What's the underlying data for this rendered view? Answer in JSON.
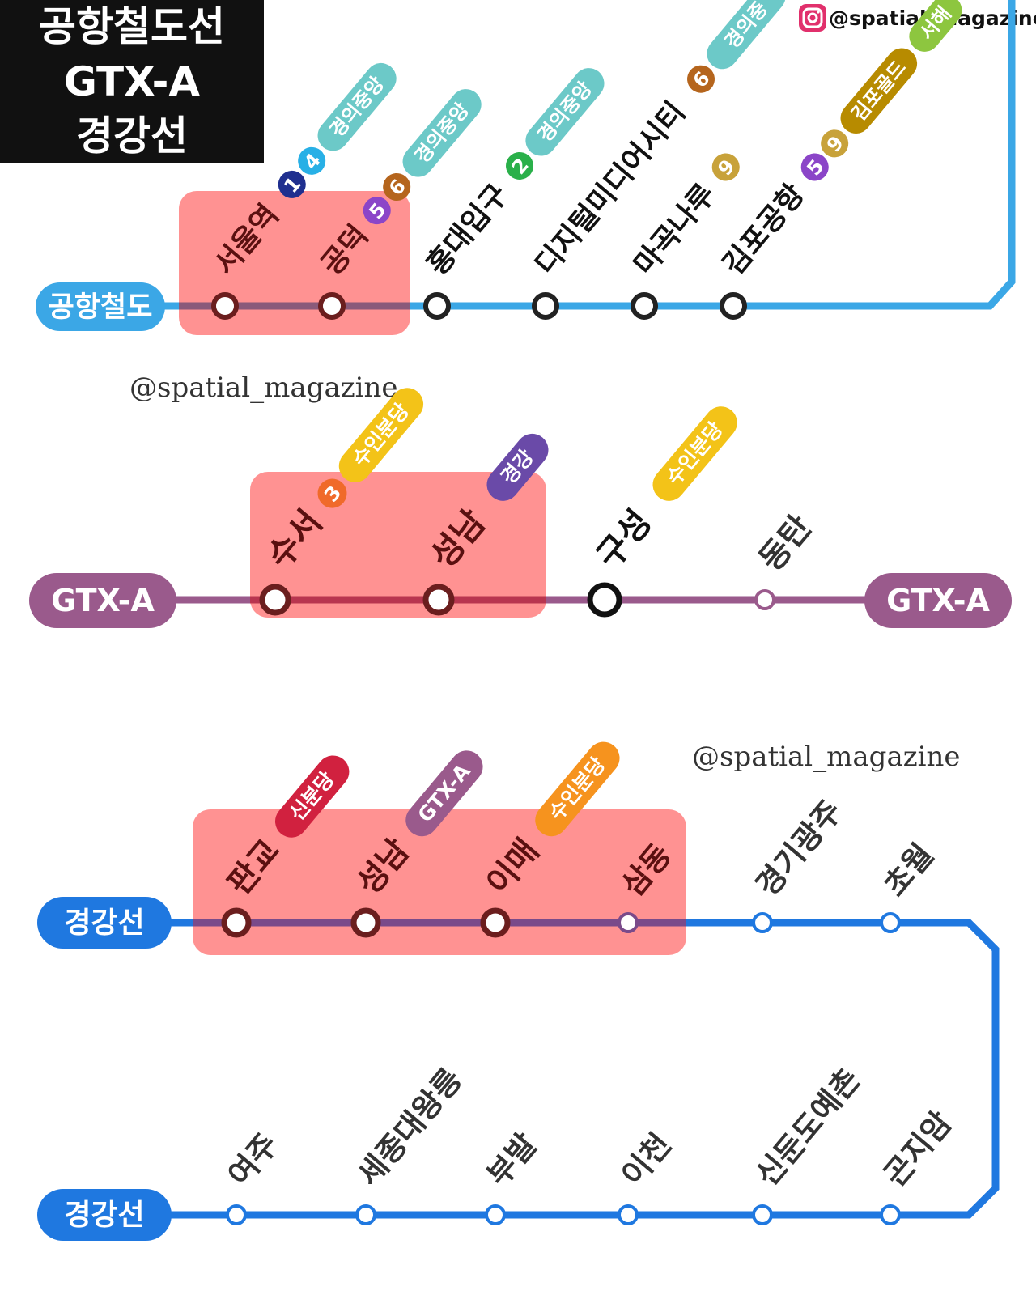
{
  "title_box": {
    "lines": [
      "공항철도선",
      "GTX-A",
      "경강선"
    ]
  },
  "instagram": {
    "icon": "instagram-icon",
    "handle": "@spatial_magazine"
  },
  "watermarks": [
    "@spatial_magazine",
    "@spatial_magazine"
  ],
  "colors": {
    "arex": "#3ba7e6",
    "gtx": "#9a5a8c",
    "gyeonggang": "#1f78e0",
    "highlight": "#ff7f7f",
    "line1": "#1f2f8f",
    "line2": "#2ab04a",
    "line3": "#f06a2a",
    "line4": "#28b0e6",
    "line5": "#8b45c8",
    "line6": "#b5651d",
    "line9": "#c8a23a",
    "gyeongui": "#6cc9c8",
    "suinbundang": "#f3c318",
    "sinbundang": "#d1213f",
    "gimpogold": "#b78b00",
    "seohae": "#8dc63f"
  },
  "lines": {
    "arex": {
      "name": "공항철도",
      "stations": [
        {
          "name": "서울역",
          "badges": [
            "1",
            "4",
            "경의중앙"
          ]
        },
        {
          "name": "공덕",
          "badges": [
            "5",
            "6",
            "경의중앙"
          ]
        },
        {
          "name": "홍대입구",
          "badges": [
            "2",
            "경의중앙"
          ]
        },
        {
          "name": "디지털미디어시티",
          "badges": [
            "6",
            "경의중"
          ]
        },
        {
          "name": "마곡나루",
          "badges": [
            "9"
          ]
        },
        {
          "name": "김포공항",
          "badges": [
            "5",
            "9",
            "김포골드",
            "서해"
          ]
        }
      ]
    },
    "gtx": {
      "name": "GTX-A",
      "name_right": "GTX-A",
      "stations": [
        {
          "name": "수서",
          "badges": [
            "3",
            "수인분당"
          ]
        },
        {
          "name": "성남",
          "badges": [
            "경강"
          ]
        },
        {
          "name": "구성",
          "badges": [
            "수인분당"
          ]
        },
        {
          "name": "동탄",
          "badges": []
        }
      ]
    },
    "gyeonggang_top": {
      "name": "경강선",
      "stations": [
        {
          "name": "판교",
          "badges": [
            "신분당"
          ]
        },
        {
          "name": "성남",
          "badges": [
            "GTX-A"
          ]
        },
        {
          "name": "이매",
          "badges": [
            "수인분당"
          ]
        },
        {
          "name": "삼동",
          "badges": []
        },
        {
          "name": "경기광주",
          "badges": []
        },
        {
          "name": "초월",
          "badges": []
        }
      ]
    },
    "gyeonggang_bottom": {
      "name": "경강선",
      "stations": [
        {
          "name": "여주"
        },
        {
          "name": "세종대왕릉"
        },
        {
          "name": "부발"
        },
        {
          "name": "이천"
        },
        {
          "name": "신둔도예촌"
        },
        {
          "name": "곤지암"
        }
      ]
    }
  }
}
